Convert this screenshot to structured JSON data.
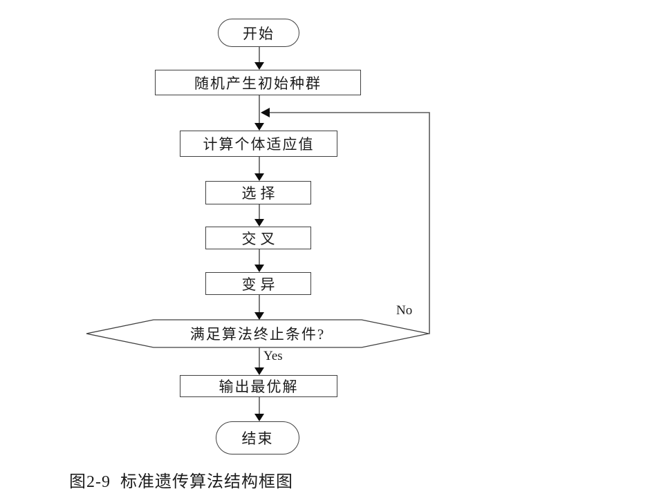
{
  "figure": {
    "caption": "图2-9  标准遗传算法结构框图"
  },
  "flowchart": {
    "title": "标准遗传算法结构框图",
    "nodes": [
      {
        "id": "start",
        "type": "terminator",
        "label": "开始"
      },
      {
        "id": "init-population",
        "type": "process",
        "label": "随机产生初始种群"
      },
      {
        "id": "compute-fitness",
        "type": "process",
        "label": "计算个体适应值"
      },
      {
        "id": "selection",
        "type": "process",
        "label": "选择"
      },
      {
        "id": "crossover",
        "type": "process",
        "label": "交叉"
      },
      {
        "id": "mutation",
        "type": "process",
        "label": "变异"
      },
      {
        "id": "termination-check",
        "type": "decision",
        "label": "满足算法终止条件?"
      },
      {
        "id": "output-best",
        "type": "process",
        "label": "输出最优解"
      },
      {
        "id": "end",
        "type": "terminator",
        "label": "结束"
      }
    ],
    "edge_labels": {
      "yes": "Yes",
      "no": "No"
    }
  },
  "colors": {
    "line": "#5a5a5a",
    "arrowhead": "#0d0d0d",
    "border": "#3f3f3f",
    "text": "#1c1c1c",
    "background": "#ffffff"
  }
}
